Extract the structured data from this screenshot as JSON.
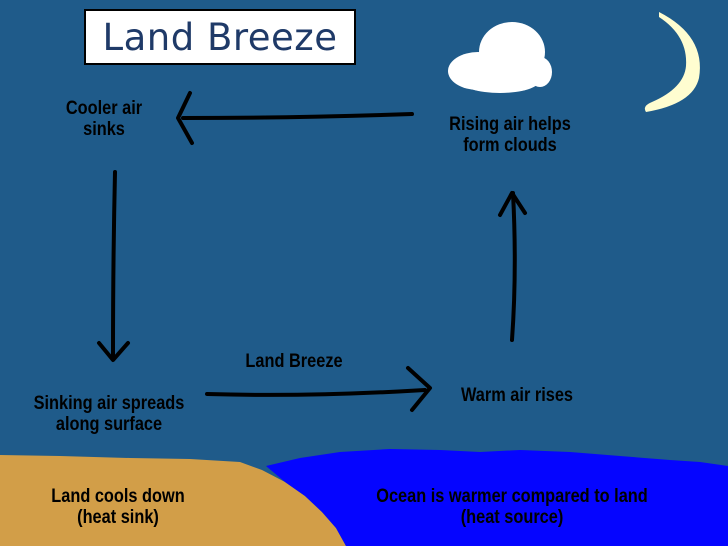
{
  "title": "Land Breeze",
  "colors": {
    "sky": "#1f5b8a",
    "land": "#d29e48",
    "ocean": "#0505ff",
    "cloud": "#ffffff",
    "moon": "#fffdd0",
    "text": "#000000"
  },
  "icons": [
    "cloud-icon",
    "moon-icon"
  ],
  "labels": {
    "cooler_air": [
      "Cooler air",
      "sinks"
    ],
    "rising_air": [
      "Rising air helps",
      "form clouds"
    ],
    "land_breeze": "Land Breeze",
    "warm_air": "Warm air rises",
    "sinking_air": [
      "Sinking air spreads",
      "along surface"
    ],
    "land_cools": [
      "Land cools down",
      "(heat sink)"
    ],
    "ocean_warmer": [
      "Ocean is warmer compared to land",
      "(heat source)"
    ]
  }
}
